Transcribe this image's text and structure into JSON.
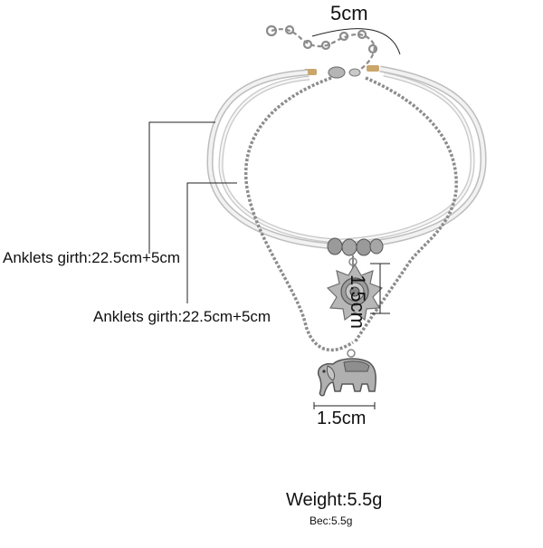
{
  "labels": {
    "extender": "5cm",
    "girth_outer": "Anklets girth:22.5cm+5cm",
    "girth_inner": "Anklets girth:22.5cm+5cm",
    "charm_height": "1.5cm",
    "charm_width": "1.5cm",
    "weight": "Weight:5.5g",
    "weight_alt": "Bec:5.5g"
  },
  "colors": {
    "cord": "#e9e9e9",
    "cord_edge": "#bdbdbd",
    "chain": "#8c8c8c",
    "silver": "#a9a9a9",
    "dim_line": "#222222"
  }
}
